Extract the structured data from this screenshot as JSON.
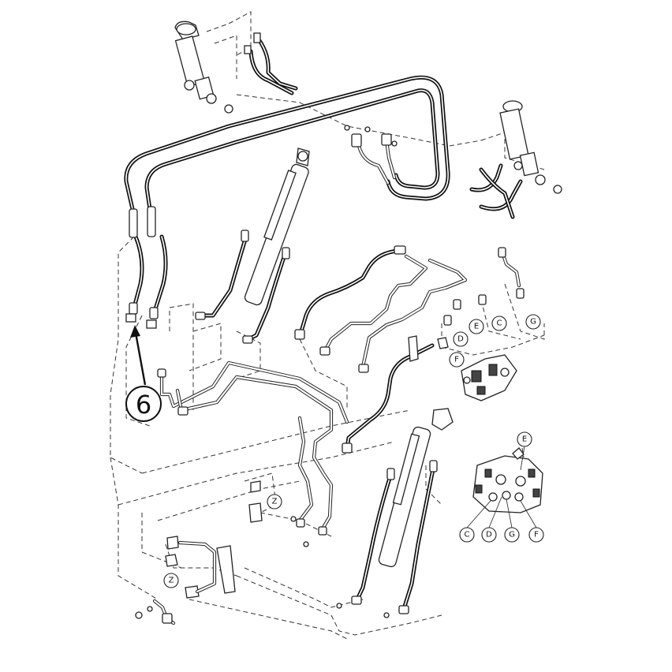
{
  "diagram": {
    "item_label": "6",
    "callouts": {
      "c1": "C",
      "e1": "E",
      "d1": "D",
      "f1": "F",
      "g1": "G",
      "z1": "Z",
      "z2": "Z",
      "e2": "E",
      "c2": "C",
      "d2": "D",
      "g2": "G",
      "f2": "F"
    }
  }
}
